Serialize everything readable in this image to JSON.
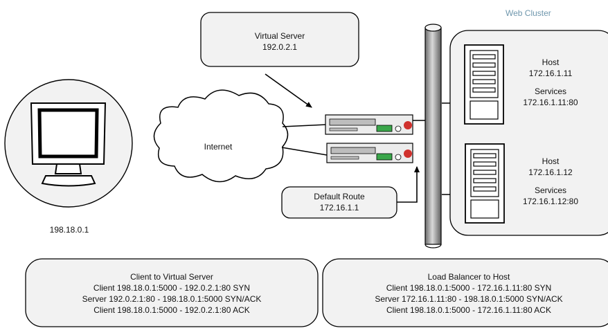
{
  "cluster_title": "Web Cluster",
  "virtual_server": {
    "title": "Virtual Server",
    "address": "192.0.2.1"
  },
  "cloud_label": "Internet",
  "client_address": "198.18.0.1",
  "default_route": {
    "title": "Default Route",
    "address": "172.16.1.1"
  },
  "hosts": [
    {
      "title": "Host",
      "address": "172.16.1.11",
      "services_label": "Services",
      "services": "172.16.1.11:80"
    },
    {
      "title": "Host",
      "address": "172.16.1.12",
      "services_label": "Services",
      "services": "172.16.1.12:80"
    }
  ],
  "tables": [
    {
      "title": "Client to Virtual Server",
      "lines": [
        "Client 198.18.0.1:5000 - 192.0.2.1:80 SYN",
        "Server 192.0.2.1:80 - 198.18.0.1:5000 SYN/ACK",
        "Client 198.18.0.1:5000 - 192.0.2.1:80 ACK"
      ]
    },
    {
      "title": "Load Balancer to Host",
      "lines": [
        "Client 198.18.0.1:5000 - 172.16.1.11:80 SYN",
        "Server 172.16.1.11:80 - 198.18.0.1:5000 SYN/ACK",
        "Client 198.18.0.1:5000 - 172.16.1.11:80 ACK"
      ]
    }
  ],
  "colors": {
    "cluster_title": "#6f97ad",
    "box_fill": "#f2f2f2",
    "pipe": "#a0a0a0",
    "led": "#3aa64a",
    "logo": "#d0312d"
  }
}
